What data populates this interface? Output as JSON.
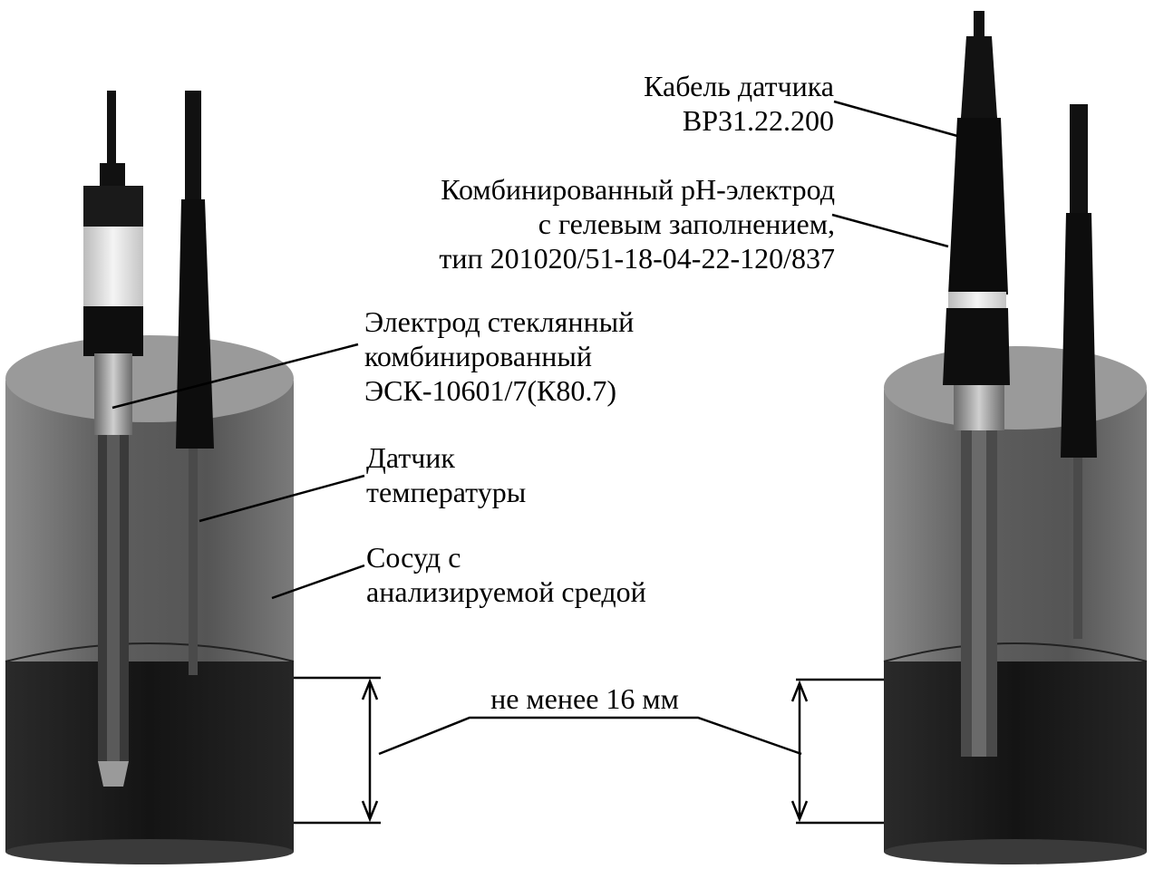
{
  "labels": {
    "cable": [
      "Кабель датчика",
      "BP31.22.200"
    ],
    "ph_electrode": [
      "Комбинированный pH-электрод",
      "с гелевым заполнением,",
      "тип 201020/51-18-04-22-120/837"
    ],
    "glass_electrode": [
      "Электрод стеклянный",
      "комбинированный",
      "ЭСК-10601/7(К80.7)"
    ],
    "temp_sensor": [
      "Датчик",
      "температуры"
    ],
    "vessel": [
      "Сосуд с",
      "анализируемой средой"
    ],
    "depth": "не менее 16 мм"
  },
  "colors": {
    "vessel_top": "#9a9a9a",
    "vessel_body": "#5a5a5a",
    "liquid": "#1c1c1c",
    "probe": "#111111",
    "band_light": "#e8e8e8"
  }
}
